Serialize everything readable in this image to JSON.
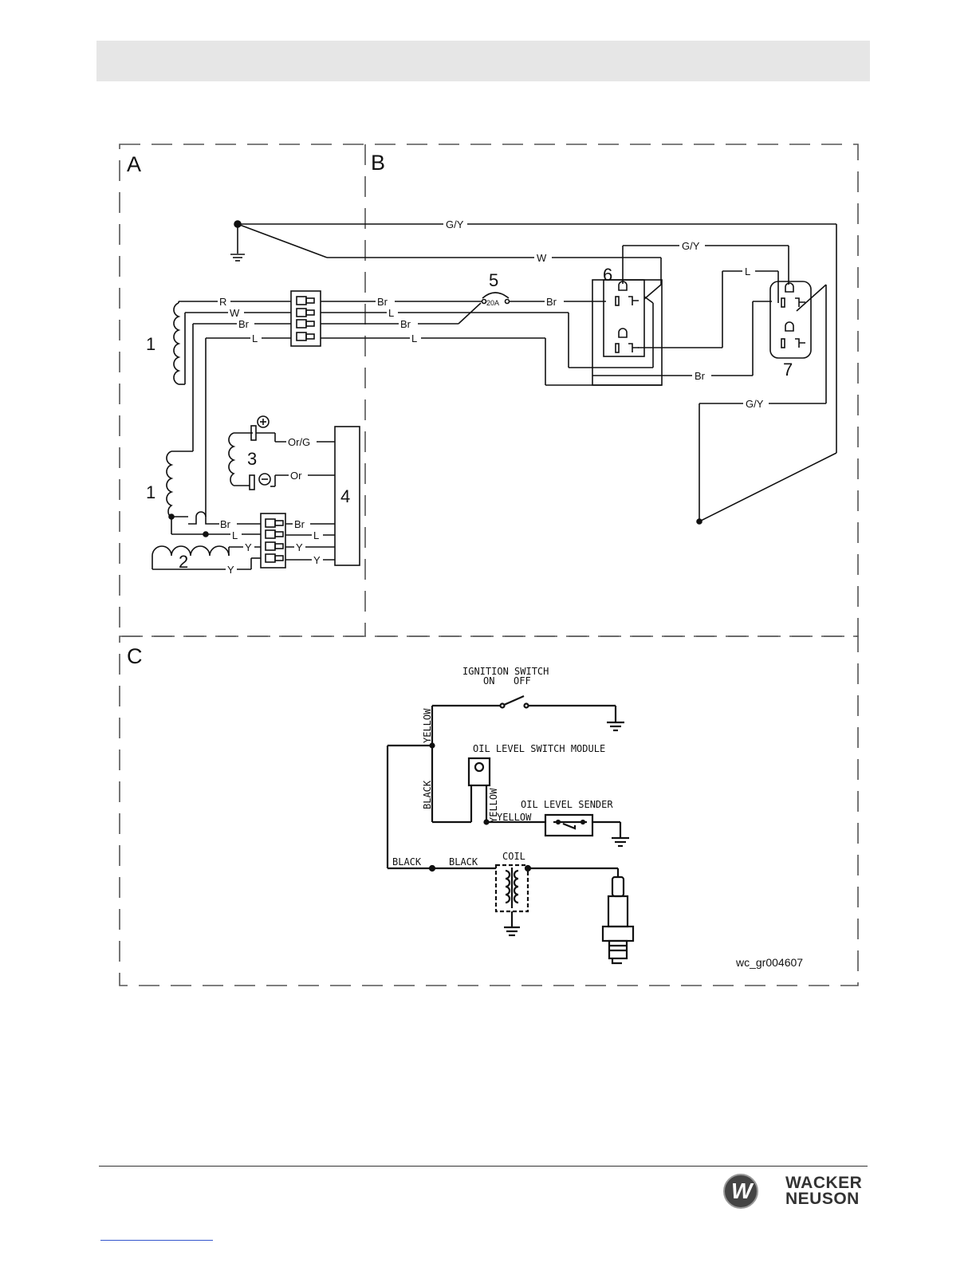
{
  "sections": {
    "a": "A",
    "b": "B",
    "c": "C"
  },
  "callouts": {
    "stator_top": "1",
    "stator_bottom": "1",
    "winding_2": "2",
    "winding_3": "3",
    "module_4": "4",
    "breaker_5": "5",
    "receptacle_6": "6",
    "receptacle_7": "7"
  },
  "wires": {
    "gy_top": "G/Y",
    "w_top": "W",
    "gy_mid": "G/Y",
    "l_right": "L",
    "br_right": "Br",
    "gy_low": "G/Y",
    "r_coil": "R",
    "w_coil": "W",
    "br_coil": "Br",
    "l_coil": "L",
    "br_b1": "Br",
    "l_b1": "L",
    "br_b2": "Br",
    "l_b2": "L",
    "br_after_breaker": "Br",
    "breaker_rating": "20A",
    "or_g": "Or/G",
    "or": "Or",
    "br_a": "Br",
    "l_a": "L",
    "y_a1": "Y",
    "y_a2": "Y",
    "br_m": "Br",
    "l_m": "L",
    "y_m1": "Y",
    "y_m2": "Y"
  },
  "ignition": {
    "switch_title": "IGNITION SWITCH",
    "on": "ON",
    "off": "OFF",
    "yellow_1": "YELLOW",
    "module_title": "OIL LEVEL SWITCH MODULE",
    "black_vertical": "BLACK",
    "yellow_2": "YELLOW",
    "sender_title": "OIL LEVEL SENDER",
    "yellow_3": "YELLOW",
    "black_1": "BLACK",
    "black_2": "BLACK",
    "coil": "COIL"
  },
  "figure_id": "wc_gr004607",
  "logo": {
    "line1": "WACKER",
    "line2": "NEUSON",
    "mark": "W"
  },
  "colors": {
    "ink": "#111111",
    "header_bar": "#e6e6e6",
    "dash": "#555555"
  }
}
